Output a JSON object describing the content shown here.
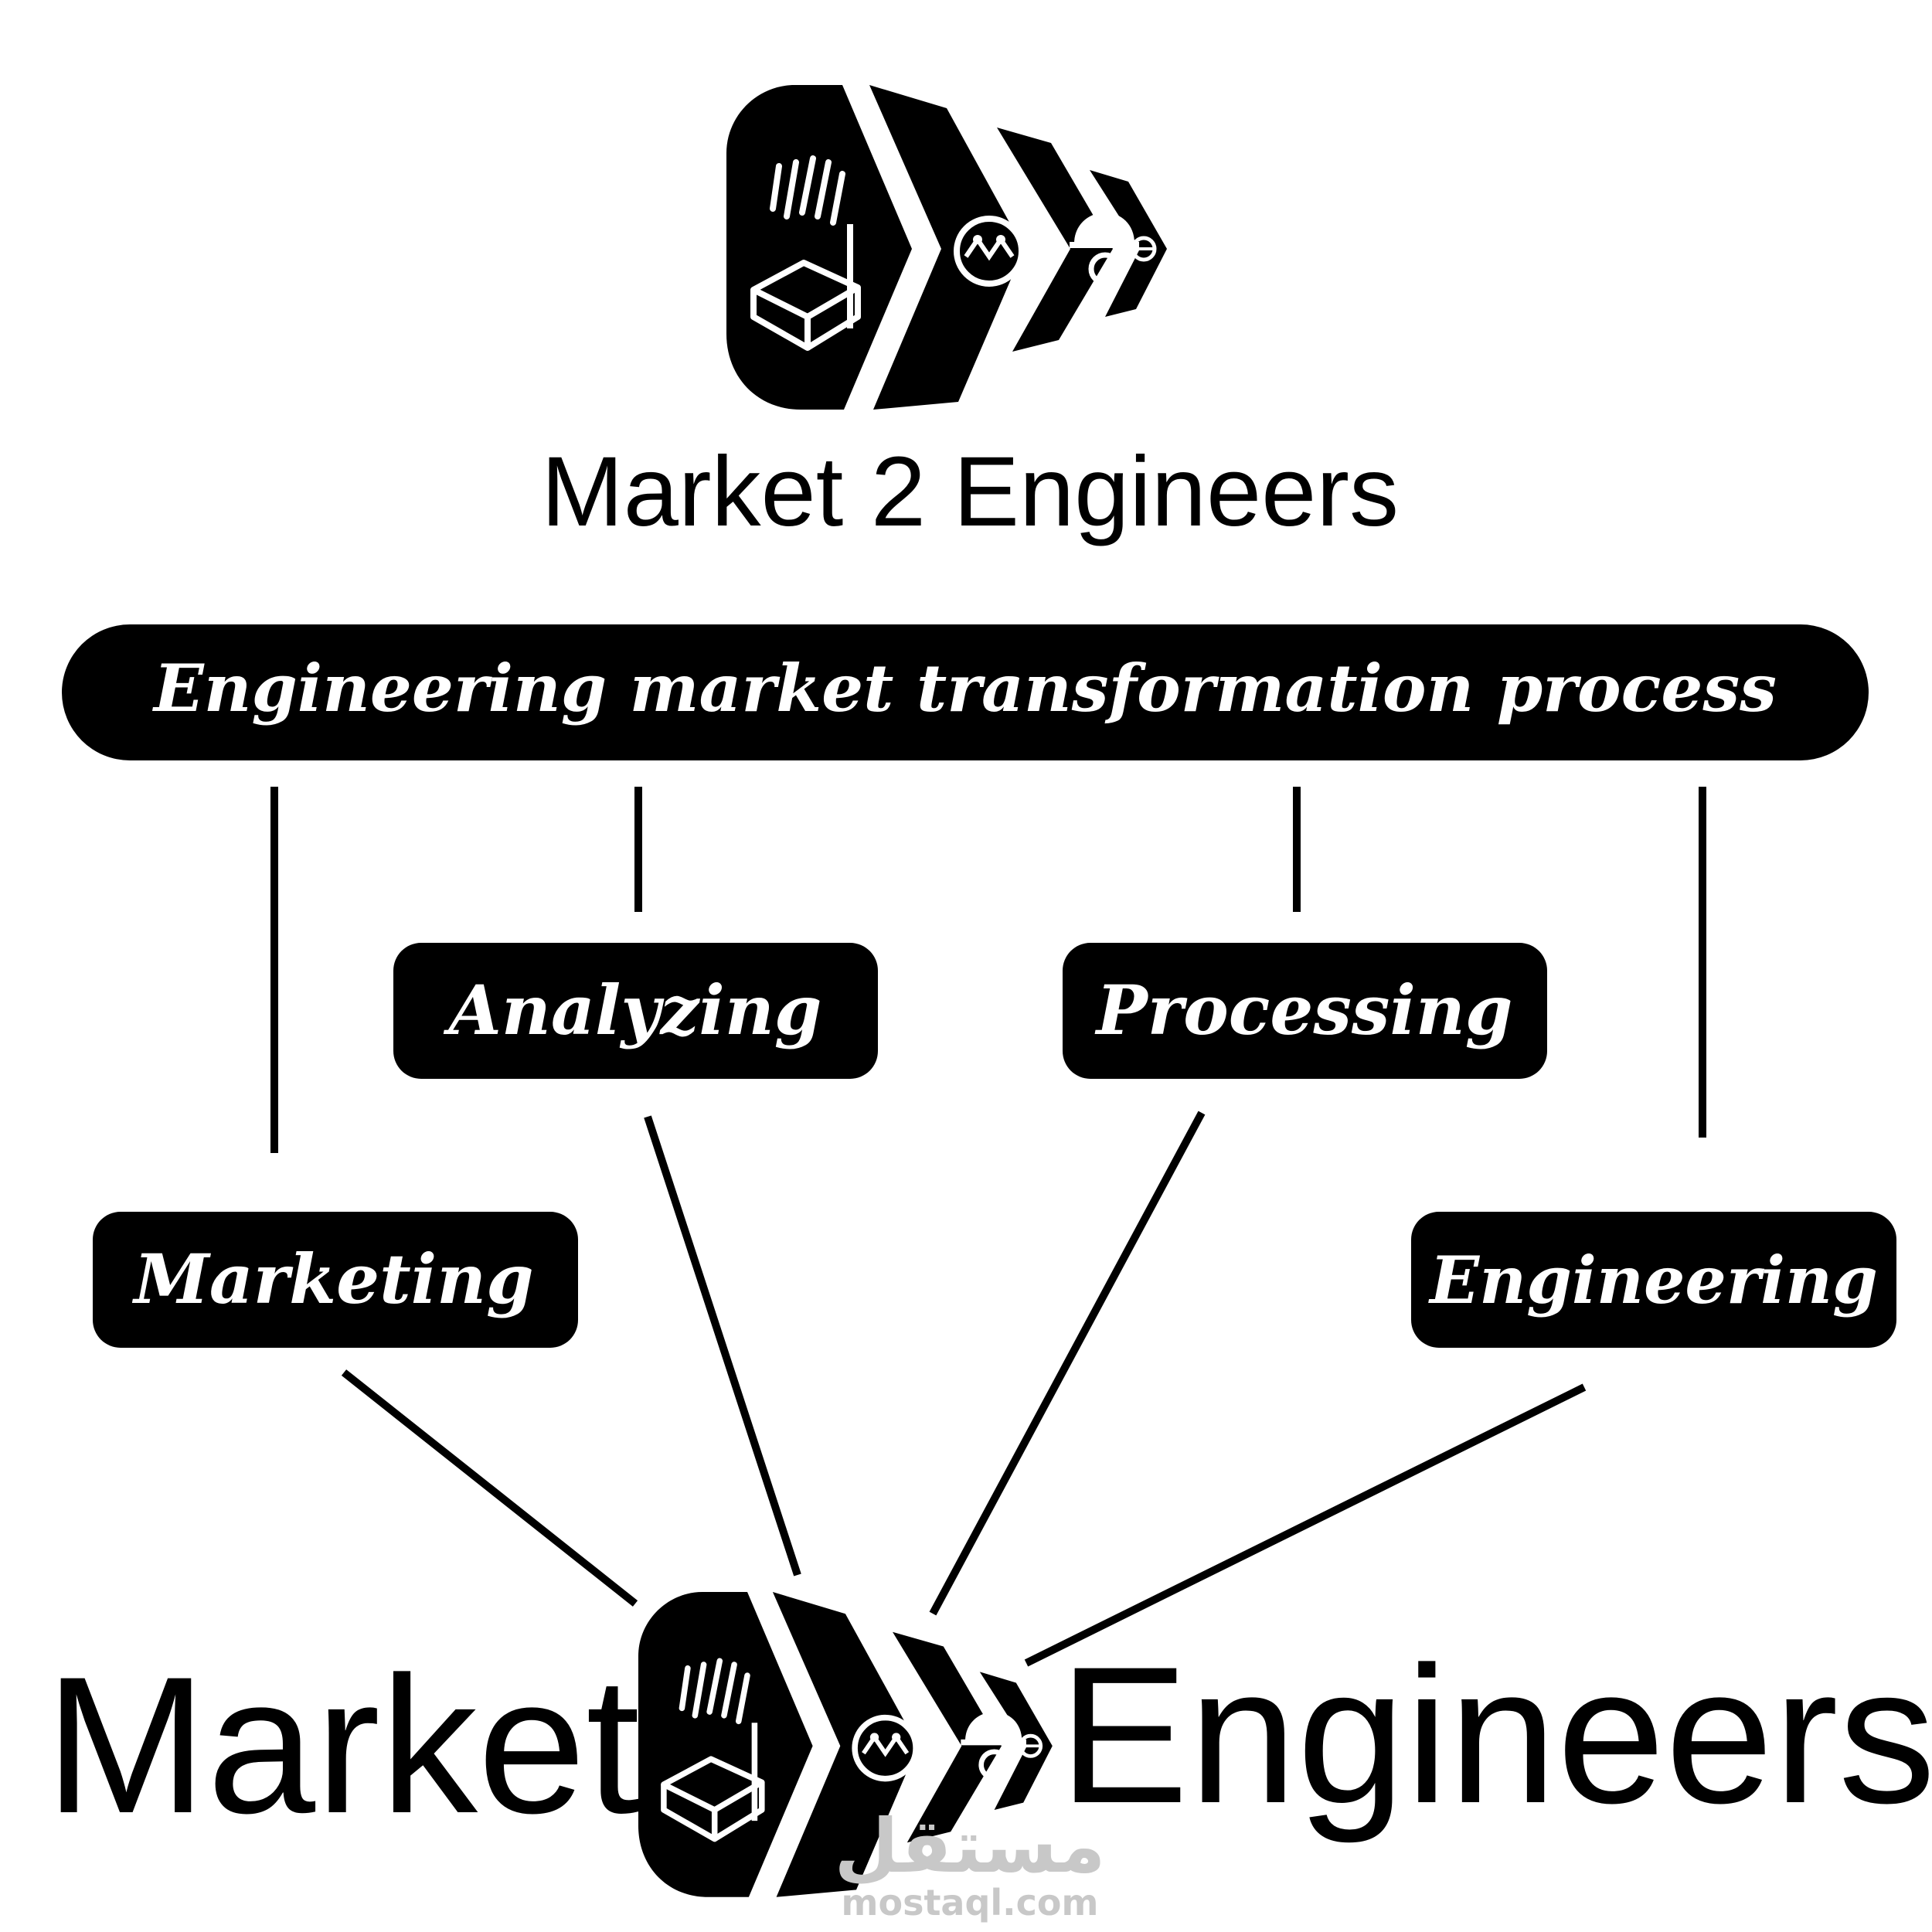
{
  "header": {
    "brand_title": "Market 2 Engineers"
  },
  "banner": {
    "label": "Engineering market transformation process"
  },
  "steps": [
    {
      "id": "marketing",
      "label": "Marketing"
    },
    {
      "id": "analyzing",
      "label": "Analyzing"
    },
    {
      "id": "processing",
      "label": "Processing"
    },
    {
      "id": "engineering",
      "label": "Engineering"
    }
  ],
  "footer": {
    "word_left": "Market",
    "word_right": "Engineers"
  },
  "watermark": {
    "arabic": "مستقل",
    "site": "mostaql.com"
  },
  "icons": {
    "logo_top": "market-2-engineers-logo",
    "logo_bottom": "market-2-engineers-logo"
  },
  "colors": {
    "ink": "#000000",
    "paper": "#ffffff",
    "watermark": "#c8c8c8"
  }
}
